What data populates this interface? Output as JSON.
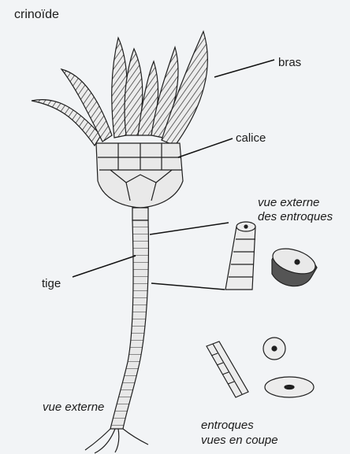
{
  "title": "crinoïde",
  "labels": {
    "bras": "bras",
    "calice": "calice",
    "tige": "tige",
    "vue_externe_entroques_line1": "vue externe",
    "vue_externe_entroques_line2": "des entroques",
    "vue_externe": "vue externe",
    "entroques_coupe_line1": "entroques",
    "entroques_coupe_line2": "vues en coupe"
  },
  "colors": {
    "background": "#f2f4f6",
    "ink": "#1b1b1b",
    "fill_light": "#e9e9e9",
    "fill_dark": "#3a3a3a"
  }
}
